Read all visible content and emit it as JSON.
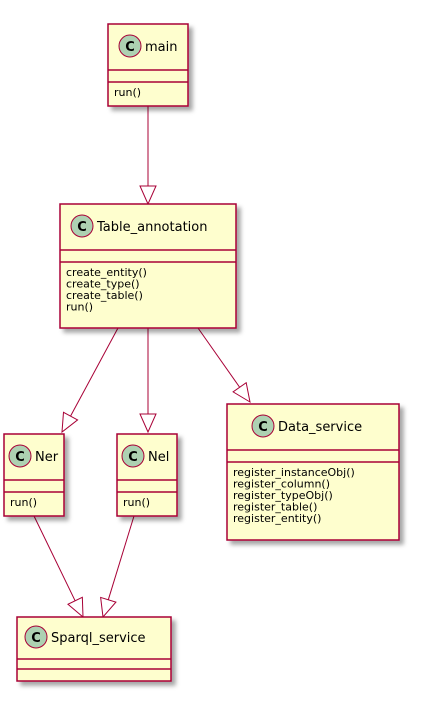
{
  "classes": [
    {
      "id": "main",
      "name": "main",
      "methods": [
        "run()"
      ]
    },
    {
      "id": "table_annotation",
      "name": "Table_annotation",
      "methods": [
        "create_entity()",
        "create_type()",
        "create_table()",
        "run()"
      ]
    },
    {
      "id": "ner",
      "name": "Ner",
      "methods": [
        "run()"
      ]
    },
    {
      "id": "nel",
      "name": "Nel",
      "methods": [
        "run()"
      ]
    },
    {
      "id": "data_service",
      "name": "Data_service",
      "methods": [
        "register_instanceObj()",
        "register_column()",
        "register_typeObj()",
        "register_table()",
        "register_entity()"
      ]
    },
    {
      "id": "sparql_service",
      "name": "Sparql_service",
      "methods": []
    }
  ],
  "relations": [
    {
      "from": "main",
      "to": "table_annotation",
      "type": "inheritance"
    },
    {
      "from": "table_annotation",
      "to": "ner",
      "type": "inheritance"
    },
    {
      "from": "table_annotation",
      "to": "nel",
      "type": "inheritance"
    },
    {
      "from": "table_annotation",
      "to": "data_service",
      "type": "inheritance"
    },
    {
      "from": "ner",
      "to": "sparql_service",
      "type": "inheritance"
    },
    {
      "from": "nel",
      "to": "sparql_service",
      "type": "inheritance"
    }
  ],
  "class_glyph": "C",
  "colors": {
    "class_fill": "#FEFECE",
    "class_border": "#A80036",
    "glyph_fill": "#ADD1B2",
    "relation_line": "#A80036"
  }
}
